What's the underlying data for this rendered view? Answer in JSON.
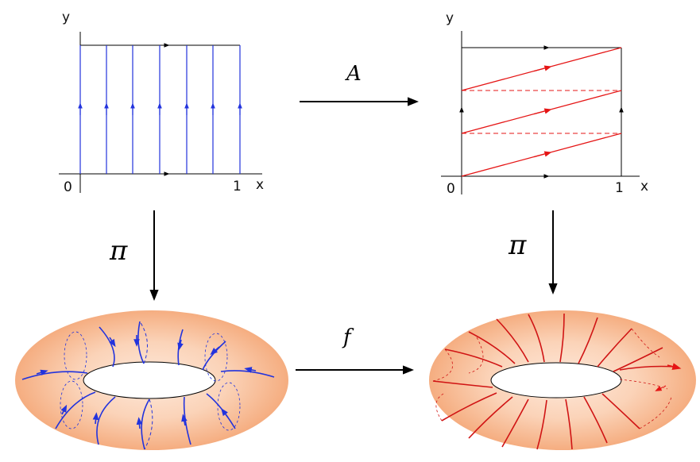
{
  "colors": {
    "axis": "#000000",
    "blue_flow": "#2233dd",
    "red_flow": "#e51515",
    "torus_outer": "#f8b890",
    "torus_inner": "#fde7d8"
  },
  "left_square": {
    "y_label": "y",
    "x_label": "x",
    "origin_label": "0",
    "one_label": "1"
  },
  "right_square": {
    "y_label": "y",
    "x_label": "x",
    "origin_label": "0",
    "one_label": "1"
  },
  "arrows": {
    "top_map_label": "A",
    "left_projection_label": "π",
    "right_projection_label": "π",
    "bottom_map_label": "f"
  }
}
